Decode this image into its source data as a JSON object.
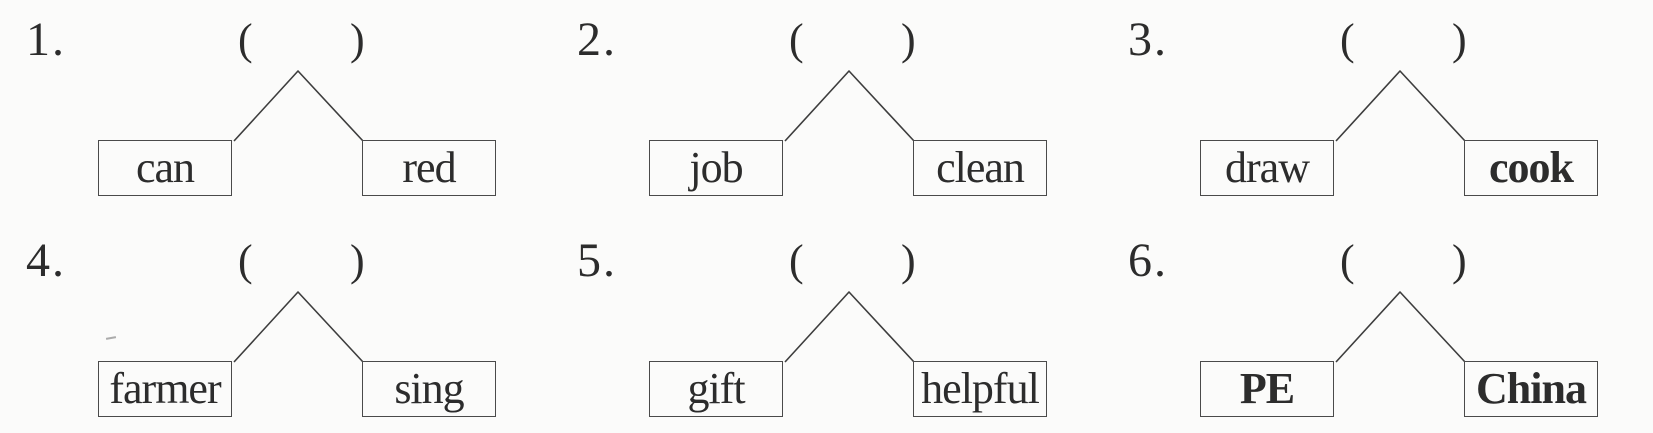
{
  "colors": {
    "paper": "#fbfbfa",
    "ink": "#2c2c2c",
    "border": "#4a4a4a",
    "line": "#3d3d3d"
  },
  "parens": {
    "open": "(",
    "close": ")"
  },
  "items": [
    {
      "number": "1.",
      "left": "can",
      "right": "red",
      "left_bold": false,
      "right_bold": false
    },
    {
      "number": "2.",
      "left": "job",
      "right": "clean",
      "left_bold": false,
      "right_bold": false
    },
    {
      "number": "3.",
      "left": "draw",
      "right": "cook",
      "left_bold": false,
      "right_bold": true
    },
    {
      "number": "4.",
      "left": "farmer",
      "right": "sing",
      "left_bold": false,
      "right_bold": false
    },
    {
      "number": "5.",
      "left": "gift",
      "right": "helpful",
      "left_bold": false,
      "right_bold": false
    },
    {
      "number": "6.",
      "left": "PE",
      "right": "China",
      "left_bold": true,
      "right_bold": true
    }
  ]
}
